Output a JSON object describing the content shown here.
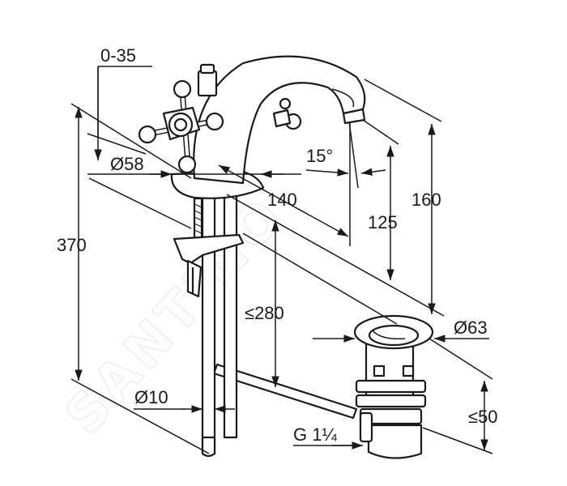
{
  "watermark": "SANTINO",
  "dimensions": {
    "lever_offset": "0-35",
    "base_diameter": "Ø58",
    "spout_angle": "15°",
    "spout_reach": "140",
    "spout_height": "125",
    "total_height_spout": "160",
    "total_height": "370",
    "max_deck_thickness": "≤280",
    "drain_diameter": "Ø63",
    "drain_height": "≤50",
    "tube_diameter": "Ø10",
    "thread_size": "G 1¼"
  }
}
